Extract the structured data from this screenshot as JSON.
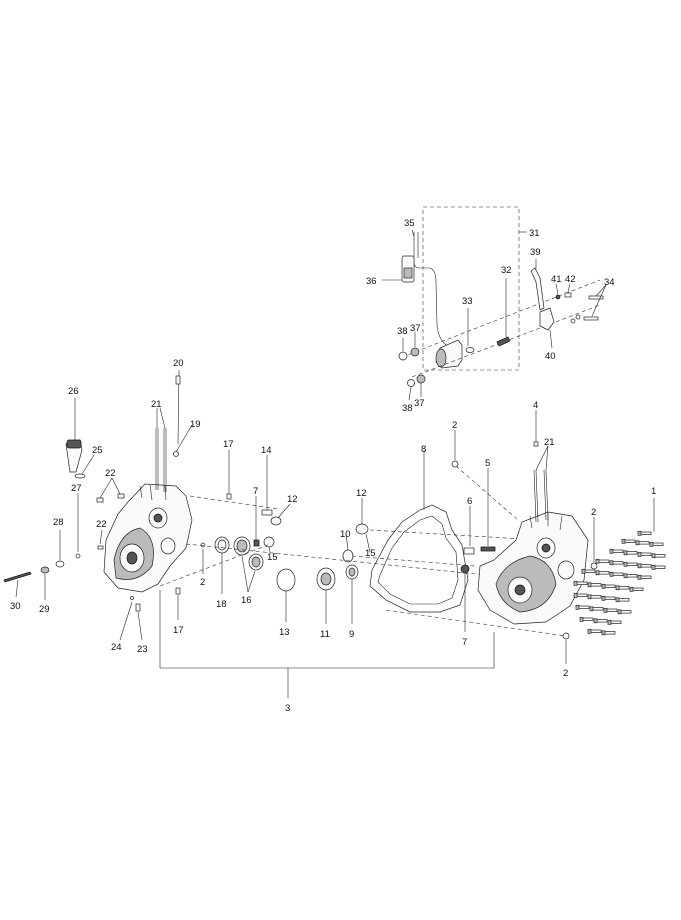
{
  "diagram": {
    "callouts": [
      {
        "id": "c1",
        "text": "1"
      },
      {
        "id": "c2a",
        "text": "2"
      },
      {
        "id": "c2b",
        "text": "2"
      },
      {
        "id": "c2c",
        "text": "2"
      },
      {
        "id": "c2d",
        "text": "2"
      },
      {
        "id": "c3",
        "text": "3"
      },
      {
        "id": "c4",
        "text": "4"
      },
      {
        "id": "c5",
        "text": "5"
      },
      {
        "id": "c6",
        "text": "6"
      },
      {
        "id": "c7a",
        "text": "7"
      },
      {
        "id": "c7b",
        "text": "7"
      },
      {
        "id": "c8",
        "text": "8"
      },
      {
        "id": "c9",
        "text": "9"
      },
      {
        "id": "c10",
        "text": "10"
      },
      {
        "id": "c11",
        "text": "11"
      },
      {
        "id": "c12a",
        "text": "12"
      },
      {
        "id": "c12b",
        "text": "12"
      },
      {
        "id": "c13",
        "text": "13"
      },
      {
        "id": "c14",
        "text": "14"
      },
      {
        "id": "c15a",
        "text": "15"
      },
      {
        "id": "c15b",
        "text": "15"
      },
      {
        "id": "c16",
        "text": "16"
      },
      {
        "id": "c17a",
        "text": "17"
      },
      {
        "id": "c17b",
        "text": "17"
      },
      {
        "id": "c18",
        "text": "18"
      },
      {
        "id": "c19",
        "text": "19"
      },
      {
        "id": "c20",
        "text": "20"
      },
      {
        "id": "c21a",
        "text": "21"
      },
      {
        "id": "c21b",
        "text": "21"
      },
      {
        "id": "c22a",
        "text": "22"
      },
      {
        "id": "c22b",
        "text": "22"
      },
      {
        "id": "c23",
        "text": "23"
      },
      {
        "id": "c24",
        "text": "24"
      },
      {
        "id": "c25",
        "text": "25"
      },
      {
        "id": "c26",
        "text": "26"
      },
      {
        "id": "c27",
        "text": "27"
      },
      {
        "id": "c28",
        "text": "28"
      },
      {
        "id": "c29",
        "text": "29"
      },
      {
        "id": "c30",
        "text": "30"
      },
      {
        "id": "c31",
        "text": "31"
      },
      {
        "id": "c32",
        "text": "32"
      },
      {
        "id": "c33",
        "text": "33"
      },
      {
        "id": "c34",
        "text": "34"
      },
      {
        "id": "c35",
        "text": "35"
      },
      {
        "id": "c36",
        "text": "36"
      },
      {
        "id": "c37a",
        "text": "37"
      },
      {
        "id": "c37b",
        "text": "37"
      },
      {
        "id": "c38a",
        "text": "38"
      },
      {
        "id": "c38b",
        "text": "38"
      },
      {
        "id": "c39",
        "text": "39"
      },
      {
        "id": "c40",
        "text": "40"
      },
      {
        "id": "c41",
        "text": "41"
      },
      {
        "id": "c42",
        "text": "42"
      }
    ]
  }
}
